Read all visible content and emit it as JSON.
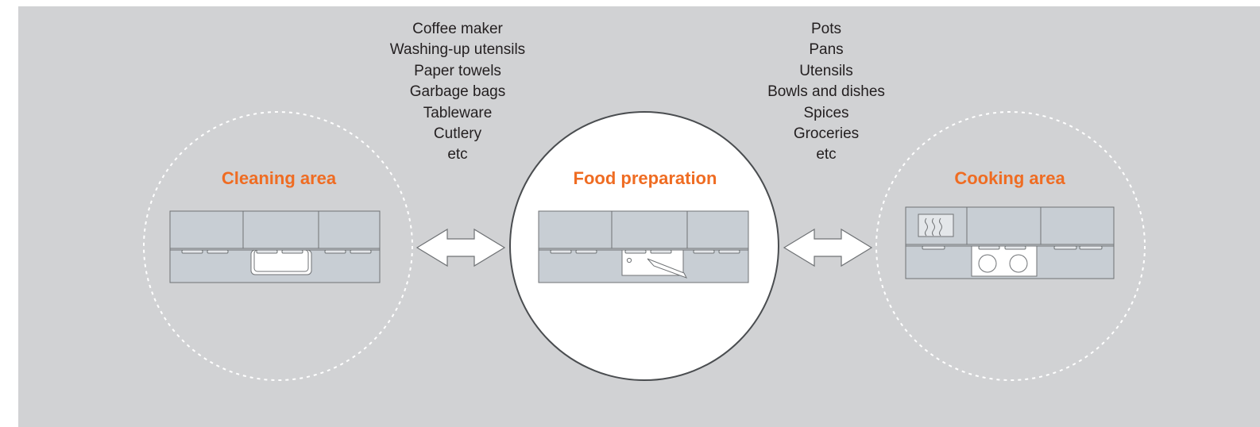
{
  "colors": {
    "background": "#d1d2d4",
    "accent": "#ef6c22",
    "text": "#231f20",
    "cabinet_fill": "#c8ced4",
    "line": "#6f7275",
    "white": "#ffffff"
  },
  "lists": {
    "cleaning_to_prep": [
      "Coffee maker",
      "Washing-up utensils",
      "Paper towels",
      "Garbage bags",
      "Tableware",
      "Cutlery",
      "etc"
    ],
    "prep_to_cooking": [
      "Pots",
      "Pans",
      "Utensils",
      "Bowls and dishes",
      "Spices",
      "Groceries",
      "etc"
    ]
  },
  "areas": {
    "cleaning": {
      "label": "Cleaning area",
      "icon": "sink-icon"
    },
    "preparation": {
      "label": "Food preparation",
      "icon": "cutting-board-knife-icon"
    },
    "cooking": {
      "label": "Cooking area",
      "icon": "stove-hob-icon"
    }
  },
  "arrows": [
    "double-arrow-icon",
    "double-arrow-icon"
  ]
}
